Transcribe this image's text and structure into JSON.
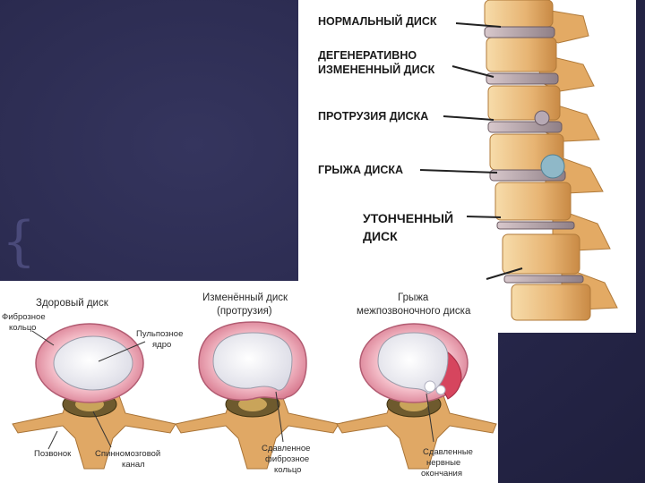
{
  "spine_labels": {
    "normal": "НОРМАЛЬНЫЙ ДИСК",
    "degenerative_1": "ДЕГЕНЕРАТИВНО",
    "degenerative_2": "ИЗМЕНЕННЫЙ ДИСК",
    "protrusion": "ПРОТРУЗИЯ ДИСКА",
    "hernia": "ГРЫЖА ДИСКА",
    "thinned_1": "УТОНЧЕННЫЙ",
    "thinned_2": "ДИСК"
  },
  "disc_titles": {
    "healthy": "Здоровый диск",
    "changed_1": "Изменённый диск",
    "changed_2": "(протрузия)",
    "hernia_1": "Грыжа",
    "hernia_2": "межпозвоночного диска"
  },
  "disc_labels": {
    "fibrous_1": "Фиброзное",
    "fibrous_2": "кольцо",
    "nucleus_1": "Пульпозное",
    "nucleus_2": "ядро",
    "vertebra": "Позвонок",
    "canal_1": "Спинномозговой",
    "canal_2": "канал",
    "squeezed_1": "Сдавленное",
    "squeezed_2": "фиброзное",
    "squeezed_3": "кольцо",
    "nerve_1": "Сдавленные",
    "nerve_2": "нервные",
    "nerve_3": "окончания"
  },
  "colors": {
    "background": "#262649",
    "bone": "#e7b473",
    "disc_ring": "#eea3b3",
    "nucleus": "#f2f2f6"
  }
}
